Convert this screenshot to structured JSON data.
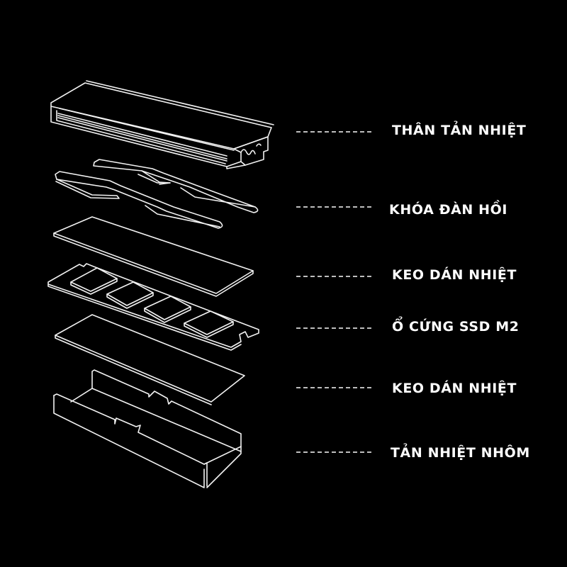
{
  "diagram": {
    "type": "exploded-view",
    "subject": "M.2 SSD heatsink assembly",
    "background_color": "#000000",
    "line_color": "#f2f2f2",
    "label_color": "#ffffff",
    "labels": [
      {
        "text": "THÂN TẢN NHIỆT",
        "part": "heatsink-body"
      },
      {
        "text": "KHÓA ĐÀN HỒI",
        "part": "spring-clips"
      },
      {
        "text": "KEO DÁN NHIỆT",
        "part": "thermal-pad-top"
      },
      {
        "text": "Ổ CỨNG SSD M2",
        "part": "m2-ssd"
      },
      {
        "text": "KEO DÁN NHIỆT",
        "part": "thermal-pad-bottom"
      },
      {
        "text": "TẢN NHIỆT NHÔM",
        "part": "aluminum-base-tray"
      }
    ]
  }
}
